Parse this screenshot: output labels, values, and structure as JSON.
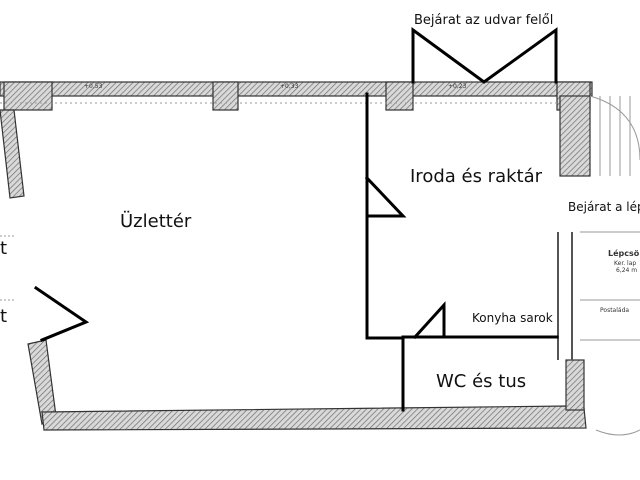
{
  "labels": {
    "courtyard_entrance": "Bejárat az udvar felől",
    "shop_floor": "Üzlettér",
    "office_storage": "Iroda és raktár",
    "stairs_entrance": "Bejárat a lép",
    "kitchen_corner": "Konyha sarok",
    "wc_shower": "WC és tus",
    "left_mark_1": "t",
    "left_mark_2": "t"
  },
  "background_plan": {
    "stairwell_title": "Lépcsö",
    "stairwell_line2": "Ker. lap",
    "stairwell_area": "6,24 m",
    "mailbox": "Postaláda",
    "dim_1": "+0,53",
    "dim_2": "+0,33",
    "dim_3": "+0,23"
  },
  "colors": {
    "wall_hatch": "#7a7a7a",
    "wall_outline": "#333333",
    "drawn_line": "#000000",
    "text": "#111111"
  }
}
